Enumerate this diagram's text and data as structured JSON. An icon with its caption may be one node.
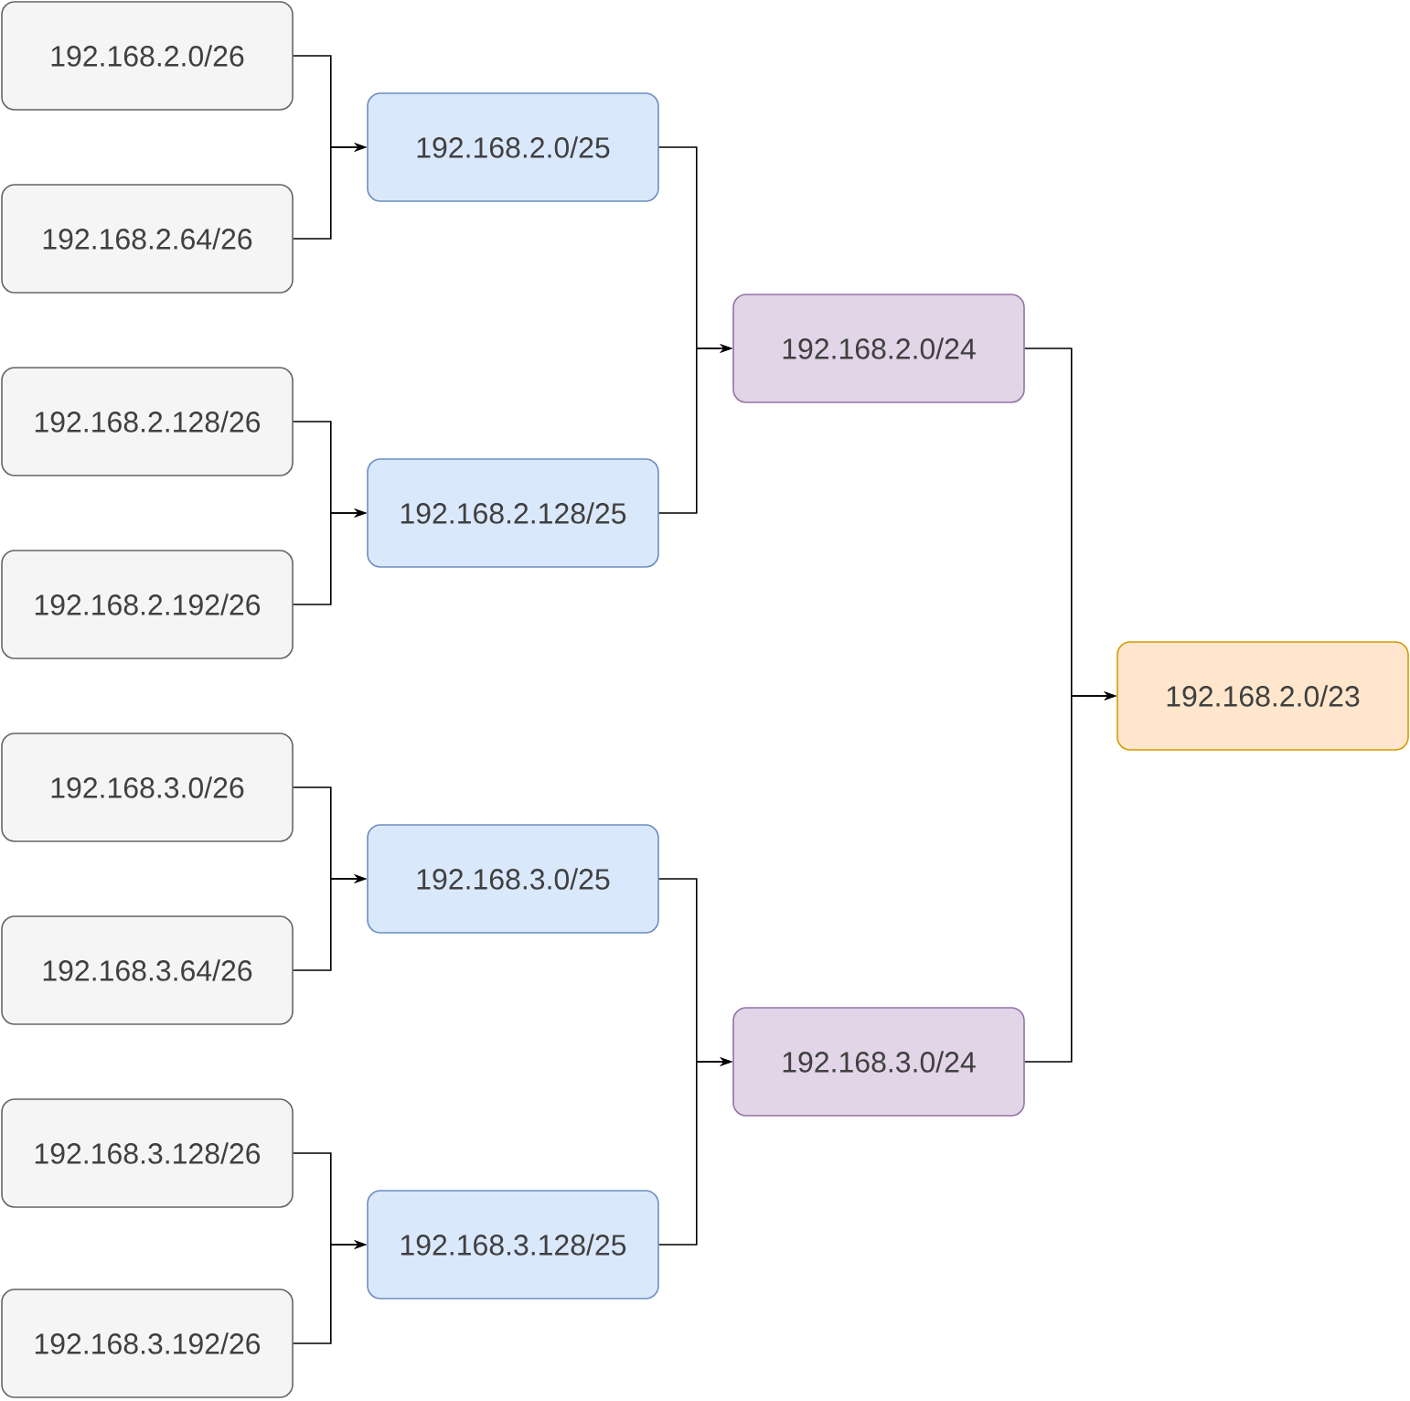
{
  "diagram": {
    "nodes": [
      {
        "text": [
          "192.168.2.0/26"
        ]
      },
      {
        "text": [
          "192.168.2.64/26"
        ]
      },
      {
        "text": [
          "192.168.2.128/26"
        ]
      },
      {
        "text": [
          "192.168.2.192/26"
        ]
      },
      {
        "text": [
          "192.168.3.0/26"
        ]
      },
      {
        "text": [
          "192.168.3.64/26"
        ]
      },
      {
        "text": [
          "192.168.3.128/26"
        ]
      },
      {
        "text": [
          "192.168.3.192/26"
        ]
      },
      {
        "text": [
          "192.168.2.0/25"
        ]
      },
      {
        "text": [
          "192.168.2.128/25"
        ]
      },
      {
        "text": [
          "192.168.3.0/25"
        ]
      },
      {
        "text": [
          "192.168.3.128/25"
        ]
      },
      {
        "text": [
          "192.168.2.0/24"
        ]
      },
      {
        "text": [
          "192.168.3.0/24"
        ]
      },
      {
        "text": [
          "192.168.2.0/23"
        ]
      }
    ],
    "edges": [
      {
        "from": 0,
        "to": 8,
        "arrow": "to"
      },
      {
        "from": 1,
        "to": 8,
        "arrow": "to"
      },
      {
        "from": 2,
        "to": 9,
        "arrow": "to"
      },
      {
        "from": 3,
        "to": 9,
        "arrow": "to"
      },
      {
        "from": 4,
        "to": 10,
        "arrow": "to"
      },
      {
        "from": 5,
        "to": 10,
        "arrow": "to"
      },
      {
        "from": 6,
        "to": 11,
        "arrow": "to"
      },
      {
        "from": 7,
        "to": 11,
        "arrow": "to"
      },
      {
        "from": 8,
        "to": 12,
        "arrow": "to"
      },
      {
        "from": 9,
        "to": 12,
        "arrow": "to"
      },
      {
        "from": 10,
        "to": 13,
        "arrow": "to"
      },
      {
        "from": 11,
        "to": 13,
        "arrow": "to"
      },
      {
        "from": 12,
        "to": 14,
        "arrow": "to"
      },
      {
        "from": 13,
        "to": 14,
        "arrow": "to"
      }
    ]
  }
}
